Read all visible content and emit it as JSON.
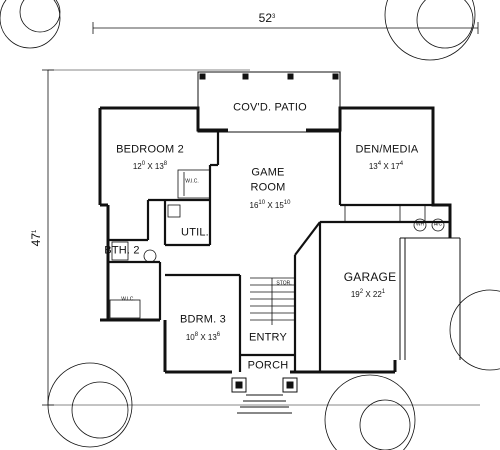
{
  "overall_width": {
    "main": "52",
    "sup": "3"
  },
  "overall_depth": {
    "main": "47",
    "sup": "1"
  },
  "rooms": {
    "patio": {
      "name": "COV'D. PATIO"
    },
    "bedroom2": {
      "name": "BEDROOM 2",
      "dim_a": "12",
      "sup_a": "0",
      "dim_b": "13",
      "sup_b": "8"
    },
    "game": {
      "name1": "GAME",
      "name2": "ROOM",
      "dim_a": "16",
      "sup_a": "10",
      "dim_b": "15",
      "sup_b": "10"
    },
    "den": {
      "name": "DEN/MEDIA",
      "dim_a": "13",
      "sup_a": "4",
      "dim_b": "17",
      "sup_b": "4"
    },
    "bath2": {
      "name": "BTH. 2"
    },
    "util": {
      "name": "UTIL."
    },
    "garage": {
      "name": "GARAGE",
      "dim_a": "19",
      "sup_a": "2",
      "dim_b": "22",
      "sup_b": "1"
    },
    "bdrm3": {
      "name": "BDRM. 3",
      "dim_a": "10",
      "sup_a": "8",
      "dim_b": "13",
      "sup_b": "6"
    },
    "entry": {
      "name": "ENTRY"
    },
    "porch": {
      "name": "PORCH"
    }
  },
  "small_labels": {
    "wic1": "W.I.C.",
    "wic2": "W.I.C.",
    "stor": "STOR.",
    "wh": "WH",
    "ac": "A/C"
  }
}
